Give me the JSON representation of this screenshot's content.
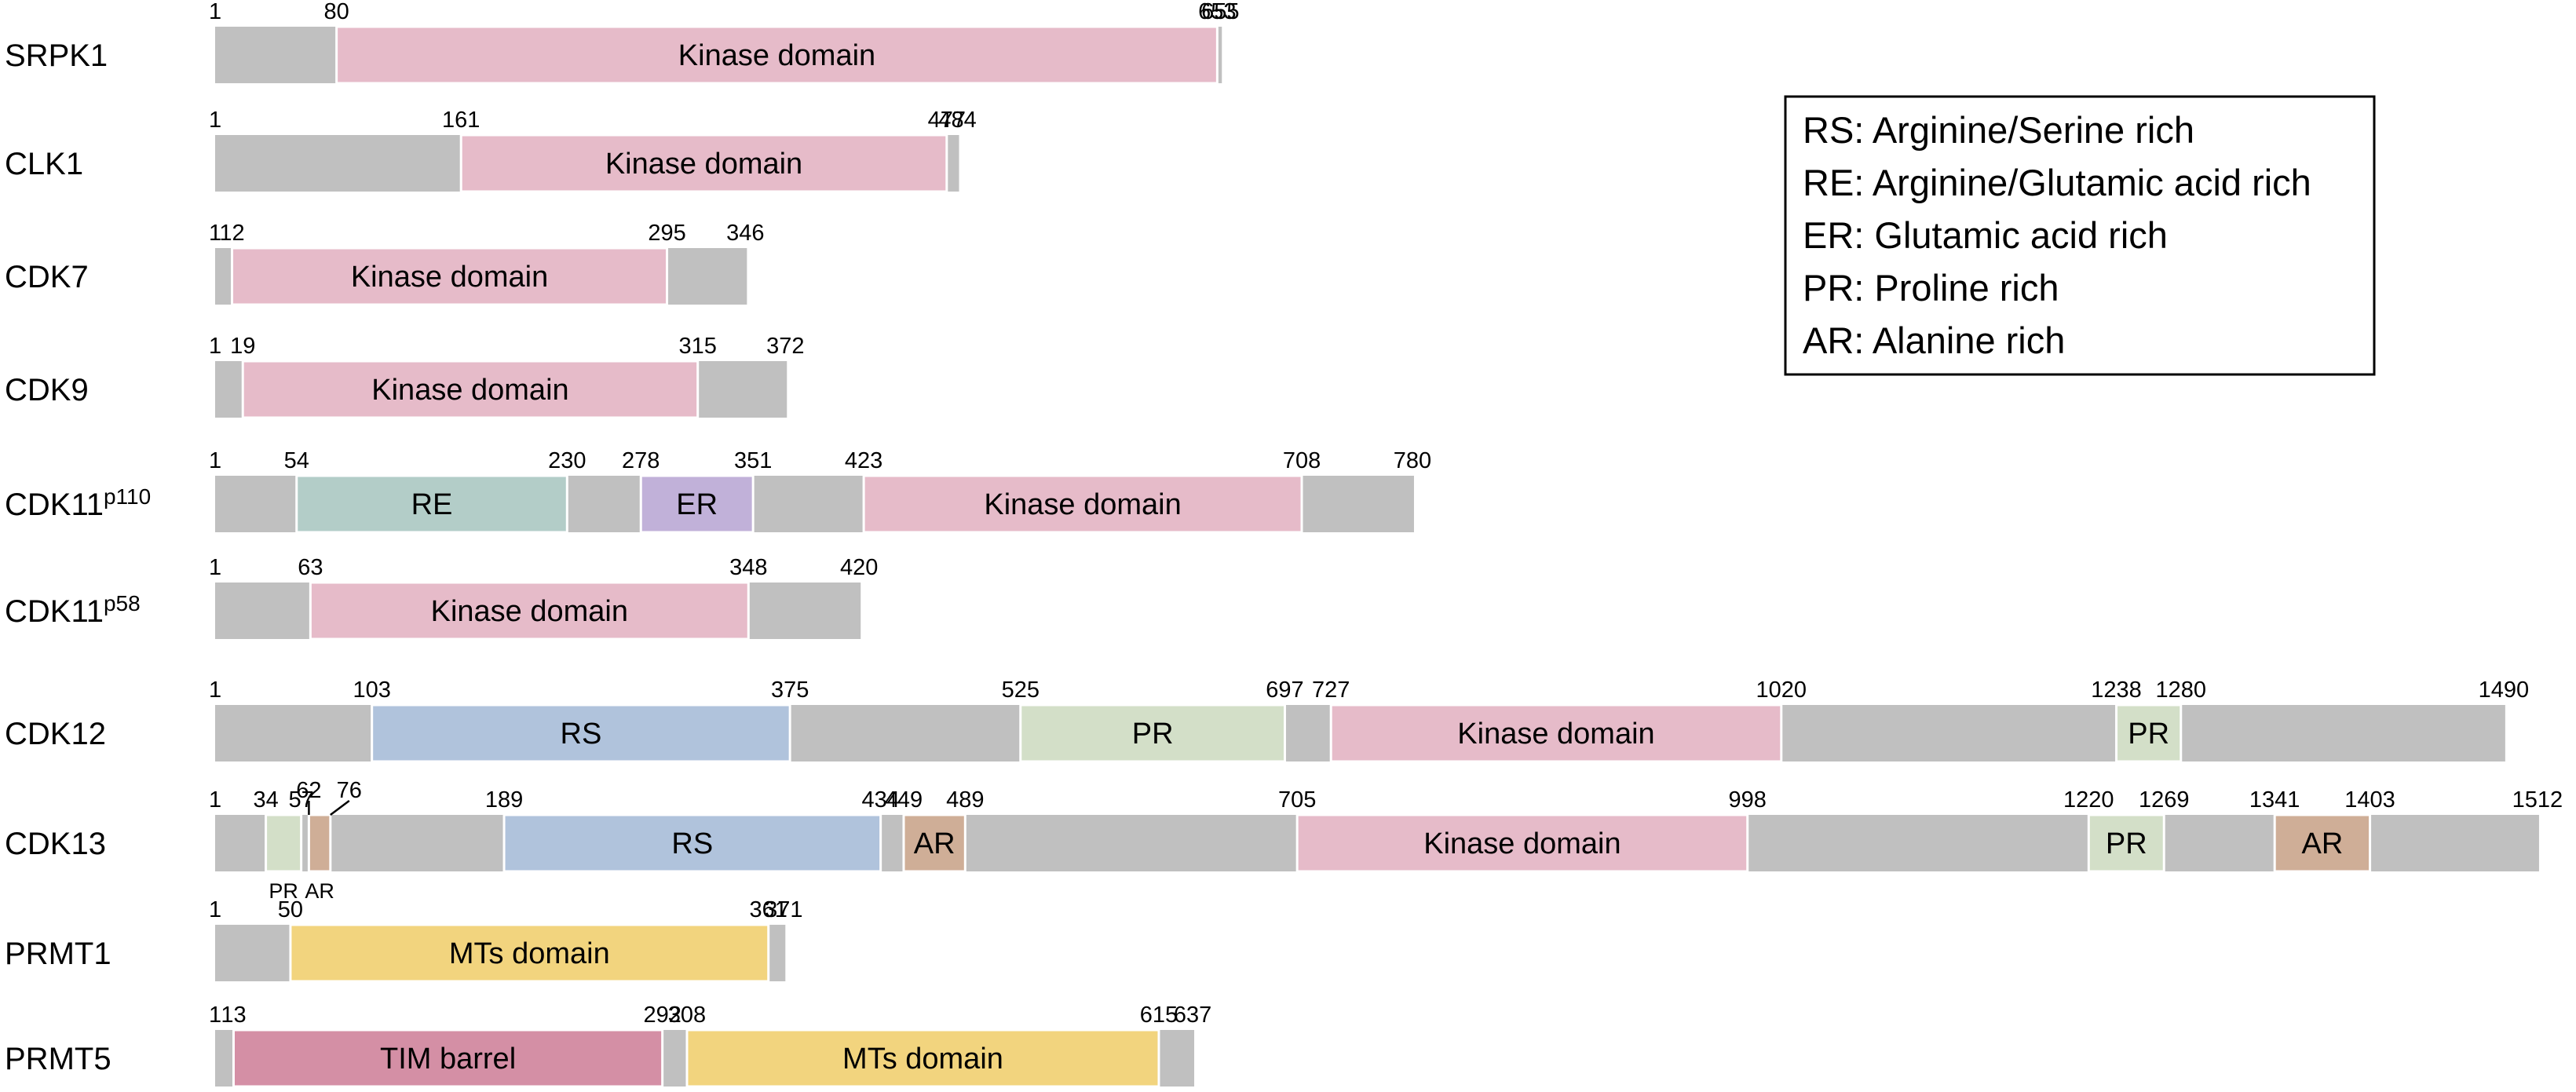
{
  "colors": {
    "background": "#c0c0c0",
    "kinase": "#e6bbc9",
    "RE": "#b3cdc8",
    "ER": "#c1b1d9",
    "RS": "#b0c3dc",
    "PR": "#d3dfc8",
    "AR": "#cfae97",
    "MTs": "#f2d47e",
    "TIM": "#d48fa5"
  },
  "legend": [
    "RS: Arginine/Serine rich",
    "RE: Arginine/Glutamic acid rich",
    "ER: Glutamic acid rich",
    "PR: Proline rich",
    "AR: Alanine rich"
  ],
  "proteins": [
    {
      "name": "SRPK1",
      "length": 655,
      "domains": [
        {
          "start": 80,
          "end": 653,
          "label": "Kinase domain",
          "color": "kinase"
        }
      ],
      "positions": [
        {
          "value": 1
        },
        {
          "value": 80
        },
        {
          "value": 653
        },
        {
          "value": 655
        }
      ]
    },
    {
      "name": "CLK1",
      "length": 484,
      "domains": [
        {
          "start": 161,
          "end": 477,
          "label": "Kinase domain",
          "color": "kinase"
        }
      ],
      "positions": [
        {
          "value": 1
        },
        {
          "value": 161
        },
        {
          "value": 477
        },
        {
          "value": 484
        }
      ]
    },
    {
      "name": "CDK7",
      "length": 346,
      "domains": [
        {
          "start": 12,
          "end": 295,
          "label": "Kinase domain",
          "color": "kinase"
        }
      ],
      "positions": [
        {
          "value": 1
        },
        {
          "value": 12
        },
        {
          "value": 295
        },
        {
          "value": 346
        }
      ]
    },
    {
      "name": "CDK9",
      "length": 372,
      "domains": [
        {
          "start": 19,
          "end": 315,
          "label": "Kinase domain",
          "color": "kinase"
        }
      ],
      "positions": [
        {
          "value": 1
        },
        {
          "value": 19
        },
        {
          "value": 315
        },
        {
          "value": 372
        }
      ]
    },
    {
      "name": "CDK11",
      "sup": "p110",
      "length": 780,
      "domains": [
        {
          "start": 54,
          "end": 230,
          "label": "RE",
          "color": "RE"
        },
        {
          "start": 278,
          "end": 351,
          "label": "ER",
          "color": "ER"
        },
        {
          "start": 423,
          "end": 708,
          "label": "Kinase domain",
          "color": "kinase"
        }
      ],
      "positions": [
        {
          "value": 1
        },
        {
          "value": 54
        },
        {
          "value": 230
        },
        {
          "value": 278
        },
        {
          "value": 351
        },
        {
          "value": 423
        },
        {
          "value": 708
        },
        {
          "value": 780
        }
      ]
    },
    {
      "name": "CDK11",
      "sup": "p58",
      "length": 420,
      "domains": [
        {
          "start": 63,
          "end": 348,
          "label": "Kinase domain",
          "color": "kinase"
        }
      ],
      "positions": [
        {
          "value": 1
        },
        {
          "value": 63
        },
        {
          "value": 348
        },
        {
          "value": 420
        }
      ]
    },
    {
      "name": "CDK12",
      "length": 1490,
      "domains": [
        {
          "start": 103,
          "end": 375,
          "label": "RS",
          "color": "RS"
        },
        {
          "start": 525,
          "end": 697,
          "label": "PR",
          "color": "PR"
        },
        {
          "start": 727,
          "end": 1020,
          "label": "Kinase domain",
          "color": "kinase"
        },
        {
          "start": 1238,
          "end": 1280,
          "label": "PR",
          "color": "PR"
        }
      ],
      "positions": [
        {
          "value": 1
        },
        {
          "value": 103
        },
        {
          "value": 375
        },
        {
          "value": 525
        },
        {
          "value": 697
        },
        {
          "value": 727
        },
        {
          "value": 1020
        },
        {
          "value": 1238
        },
        {
          "value": 1280
        },
        {
          "value": 1490
        }
      ]
    },
    {
      "name": "CDK13",
      "length": 1512,
      "domains": [
        {
          "start": 34,
          "end": 57,
          "label": "PR",
          "color": "PR",
          "below": true
        },
        {
          "start": 62,
          "end": 76,
          "label": "AR",
          "color": "AR",
          "below": true
        },
        {
          "start": 189,
          "end": 434,
          "label": "RS",
          "color": "RS"
        },
        {
          "start": 449,
          "end": 489,
          "label": "AR",
          "color": "AR"
        },
        {
          "start": 705,
          "end": 998,
          "label": "Kinase domain",
          "color": "kinase"
        },
        {
          "start": 1220,
          "end": 1269,
          "label": "PR",
          "color": "PR"
        },
        {
          "start": 1341,
          "end": 1403,
          "label": "AR",
          "color": "AR"
        }
      ],
      "positions": [
        {
          "value": 1
        },
        {
          "value": 34
        },
        {
          "value": 57
        },
        {
          "value": 62,
          "leader": true
        },
        {
          "value": 76,
          "leader": true
        },
        {
          "value": 189
        },
        {
          "value": 434
        },
        {
          "value": 449
        },
        {
          "value": 489
        },
        {
          "value": 705
        },
        {
          "value": 998
        },
        {
          "value": 1220
        },
        {
          "value": 1269
        },
        {
          "value": 1341
        },
        {
          "value": 1403
        },
        {
          "value": 1512
        }
      ]
    },
    {
      "name": "PRMT1",
      "length": 371,
      "domains": [
        {
          "start": 50,
          "end": 361,
          "label": "MTs domain",
          "color": "MTs"
        }
      ],
      "positions": [
        {
          "value": 1
        },
        {
          "value": 50
        },
        {
          "value": 361
        },
        {
          "value": 371
        }
      ]
    },
    {
      "name": "PRMT5",
      "length": 637,
      "domains": [
        {
          "start": 13,
          "end": 292,
          "label": "TIM barrel",
          "color": "TIM"
        },
        {
          "start": 308,
          "end": 615,
          "label": "MTs domain",
          "color": "MTs"
        }
      ],
      "positions": [
        {
          "value": 1
        },
        {
          "value": 13
        },
        {
          "value": 292
        },
        {
          "value": 308
        },
        {
          "value": 615
        },
        {
          "value": 637
        }
      ]
    }
  ]
}
